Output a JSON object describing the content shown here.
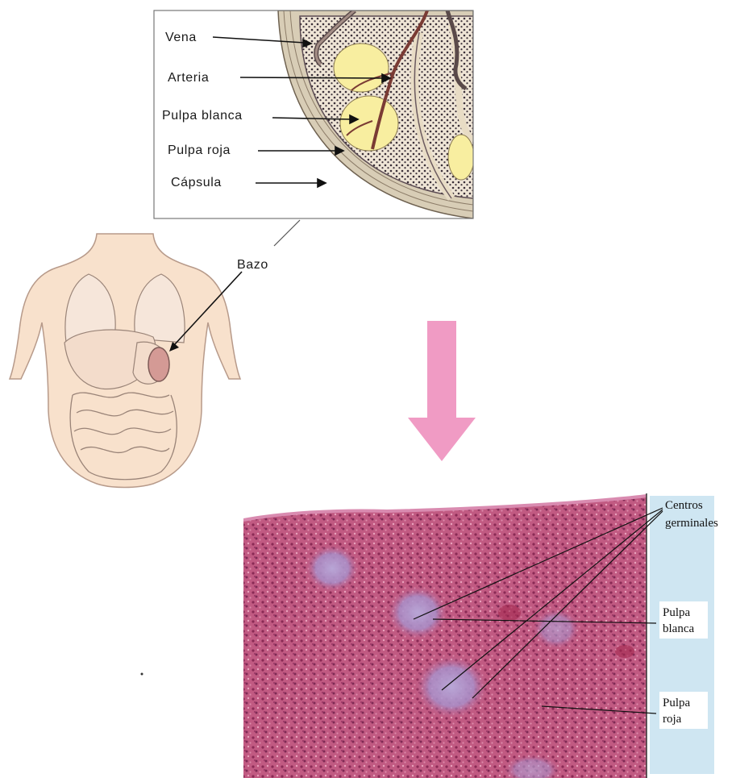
{
  "detail_labels": {
    "vena": "Vena",
    "arteria": "Arteria",
    "pulpa_blanca": "Pulpa blanca",
    "pulpa_roja": "Pulpa roja",
    "capsula": "Cápsula"
  },
  "body_label": "Bazo",
  "micro_labels": {
    "centros_line1": "Centros",
    "centros_line2": "germinales",
    "pulpa_blanca_line1": "Pulpa",
    "pulpa_blanca_line2": "blanca",
    "pulpa_roja_line1": "Pulpa",
    "pulpa_roja_line2": "roja"
  },
  "colors": {
    "arrow": "#f09bc4",
    "white_pulp": "#f8eea0",
    "red_pulp_tissue": "#b84e78",
    "skin": "#f8e1cc",
    "slide_background": "#cfe6f2"
  }
}
